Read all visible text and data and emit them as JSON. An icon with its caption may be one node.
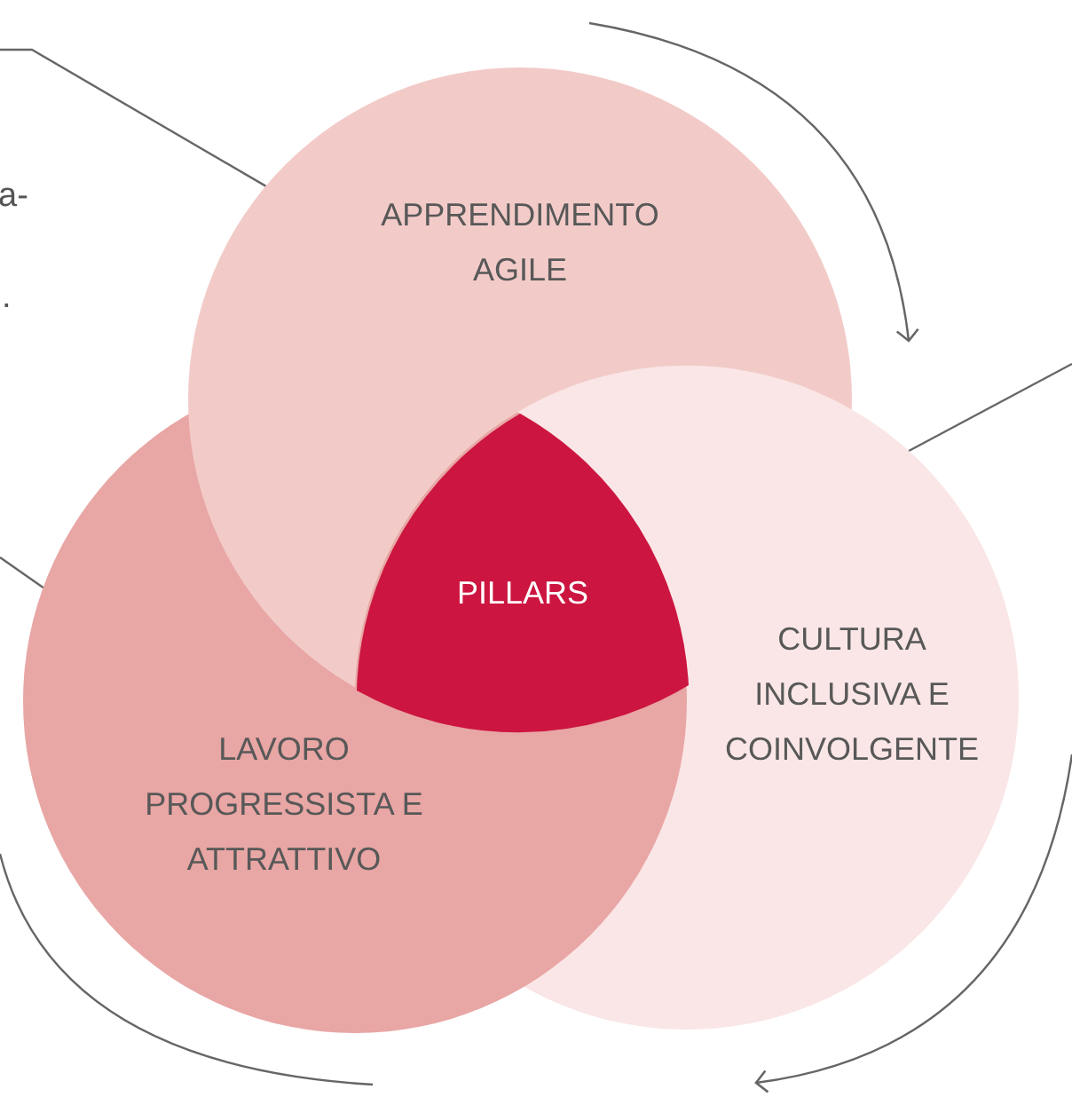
{
  "diagram": {
    "nodes": [
      {
        "text": [
          "APPRENDIMENTO AGILE"
        ]
      },
      {
        "text": [
          "PILLARS"
        ]
      },
      {
        "text": [
          "CULTURA INCLUSIVA E COINVOLGENTE"
        ]
      },
      {
        "text": [
          "LAVORO PROGRESSISTA E ATTRATTIVO"
        ]
      }
    ],
    "edges": [
      {
        "from": null,
        "to": 0,
        "arrow": "none"
      },
      {
        "from": null,
        "to": 2,
        "arrow": "none"
      },
      {
        "from": null,
        "to": 3,
        "arrow": "none"
      }
    ],
    "labels": [
      "a-",
      "."
    ]
  }
}
